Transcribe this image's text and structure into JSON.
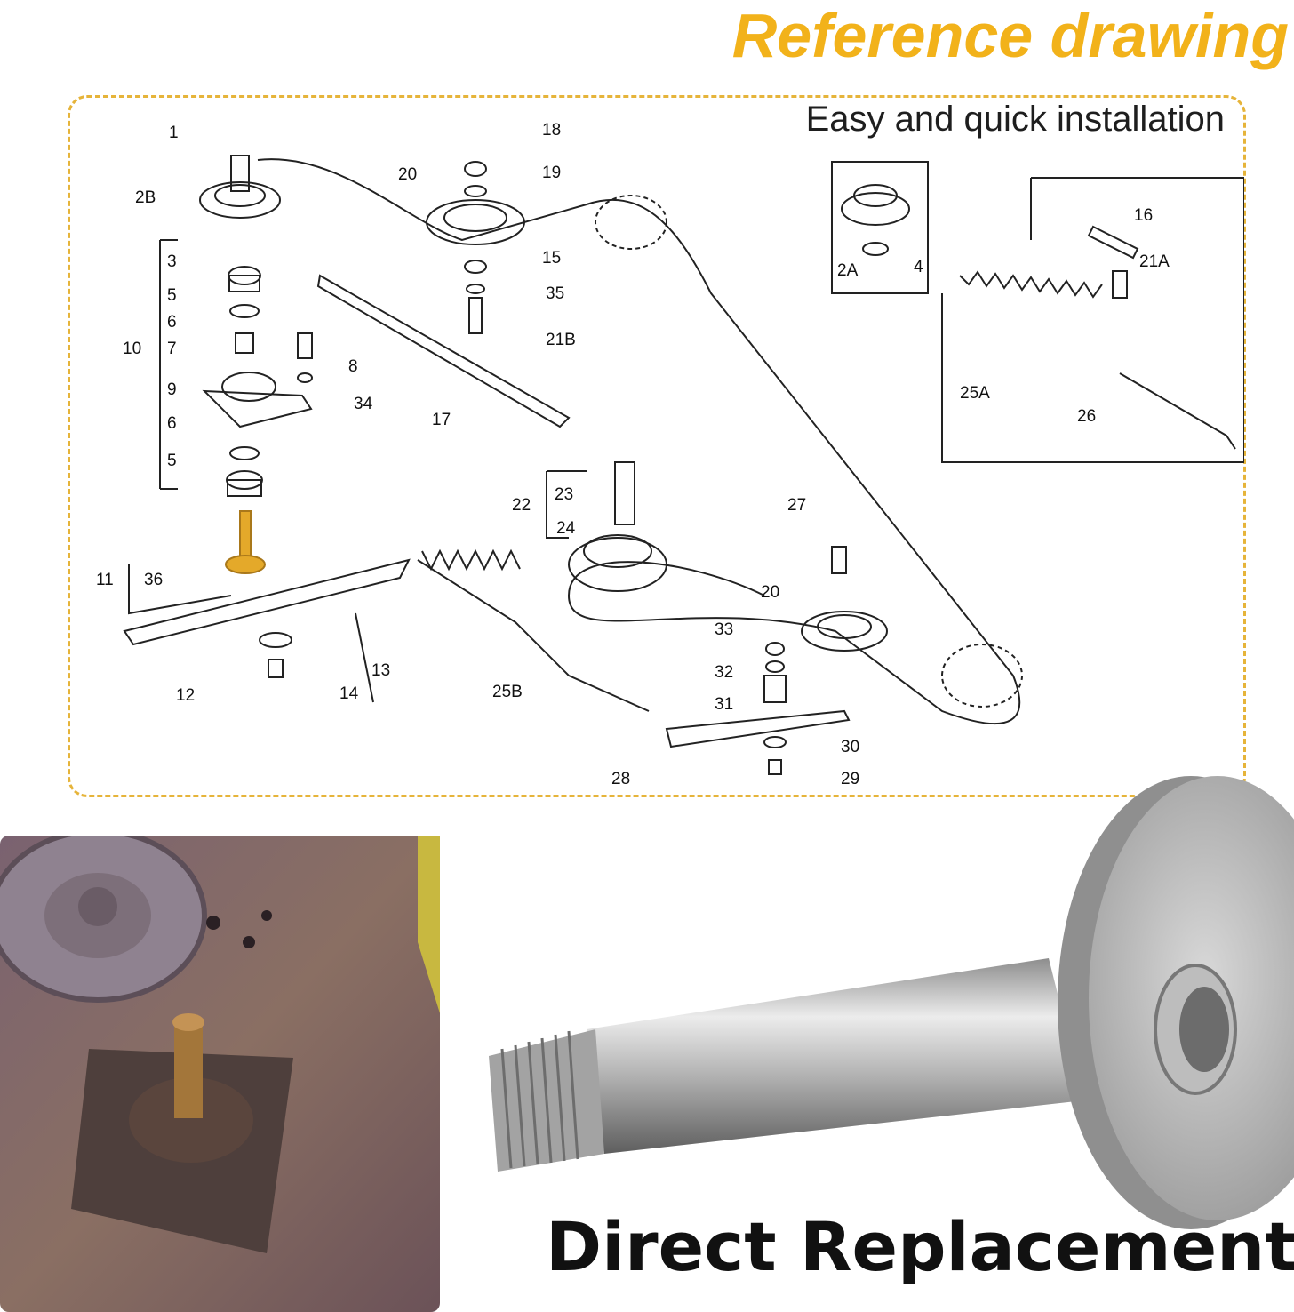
{
  "header": {
    "title": "Reference drawing"
  },
  "frame": {
    "subtitle": "Easy and quick installation"
  },
  "caption": {
    "text": "Direct Replacement"
  },
  "part_labels": {
    "p1": "1",
    "p2b": "2B",
    "p3": "3",
    "p5a": "5",
    "p6a": "6",
    "p10": "10",
    "p7": "7",
    "p9": "9",
    "p6b": "6",
    "p5b": "5",
    "p11": "11",
    "p36": "36",
    "p12": "12",
    "p14": "14",
    "p13": "13",
    "p8": "8",
    "p34": "34",
    "p17": "17",
    "p18": "18",
    "p19": "19",
    "p20a": "20",
    "p15": "15",
    "p35": "35",
    "p21b": "21B",
    "p22": "22",
    "p23": "23",
    "p24": "24",
    "p25b": "25B",
    "p27": "27",
    "p20b": "20",
    "p33": "33",
    "p32": "32",
    "p31": "31",
    "p30": "30",
    "p29": "29",
    "p28": "28",
    "p2a": "2A",
    "p4": "4",
    "p16": "16",
    "p21a": "21A",
    "p25a": "25A",
    "p26": "26"
  },
  "colors": {
    "accent": "#f2b21a",
    "frame": "#e6b43a",
    "highlight_part": "#e4a92a"
  }
}
